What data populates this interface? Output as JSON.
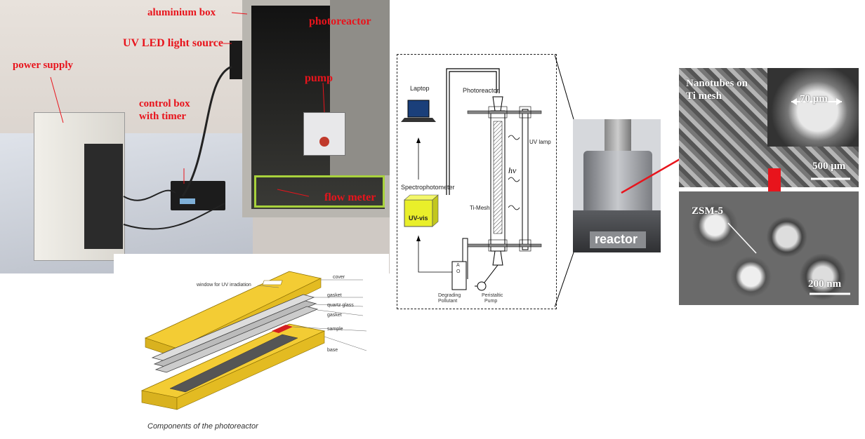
{
  "setup_photo": {
    "labels": {
      "aluminium_box": "aluminium box",
      "photoreactor": "photoreactor",
      "uv_led": "UV LED light source",
      "power_supply": "power supply",
      "control_box_line1": "control box",
      "control_box_line2": "with timer",
      "pump": "pump",
      "flow_meter": "flow meter"
    }
  },
  "components_diagram": {
    "parts": {
      "window": "window for UV irradiation",
      "cover": "cover",
      "gasket_top": "gasket",
      "quartz": "quartz glass",
      "gasket_bottom": "gasket",
      "sample": "sample",
      "base": "base"
    },
    "caption": "Components of the photoreactor",
    "colors": {
      "yellow": "#f3cc34",
      "sample": "#d42020"
    }
  },
  "schematic": {
    "laptop": "Laptop",
    "photoreactor": "Photoreactor",
    "uv_lamp": "UV lamp",
    "hv": "hν",
    "spectrophotometer": "Spectrophotometer",
    "uv_vis": "UV-vis",
    "ti_mesh": "Ti-Mesh",
    "degrading_line1": "Degrading",
    "degrading_line2": "Pollutant",
    "peristaltic_line1": "Peristaltic",
    "peristaltic_line2": "Pump",
    "beaker_a": "A",
    "beaker_o": "O",
    "colors": {
      "uv_vis_box": "#e9ef2a"
    }
  },
  "reactor_photo": {
    "label": "reactor"
  },
  "sem": {
    "top_title_line1": "Nanotubes on",
    "top_title_line2": "Ti mesh",
    "top_scale": "500 μm",
    "inset_scale": "70 μm",
    "bottom_title": "ZSM-5",
    "bottom_scale": "200 nm",
    "colors": {
      "arrow": "#e8141c"
    }
  }
}
